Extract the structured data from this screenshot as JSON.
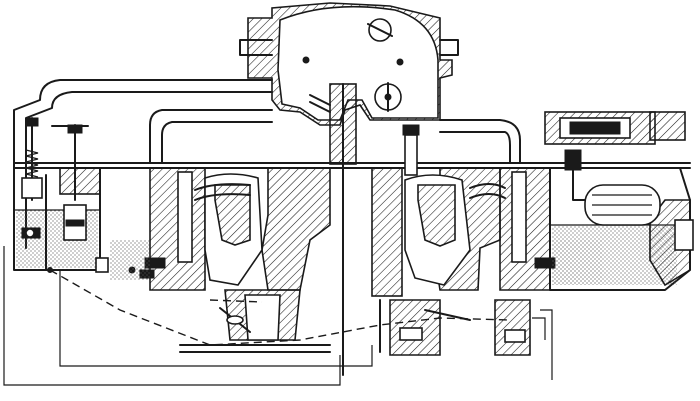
{
  "figure": {
    "ink_color": "#1a1a1a",
    "paper_color": "#ffffff",
    "components": [
      "air-horn",
      "left-float-chamber",
      "left-mixing-chamber",
      "right-mixing-chamber",
      "right-float-chamber",
      "primary-throttle",
      "secondary-throttle",
      "throttle-linkage"
    ]
  }
}
